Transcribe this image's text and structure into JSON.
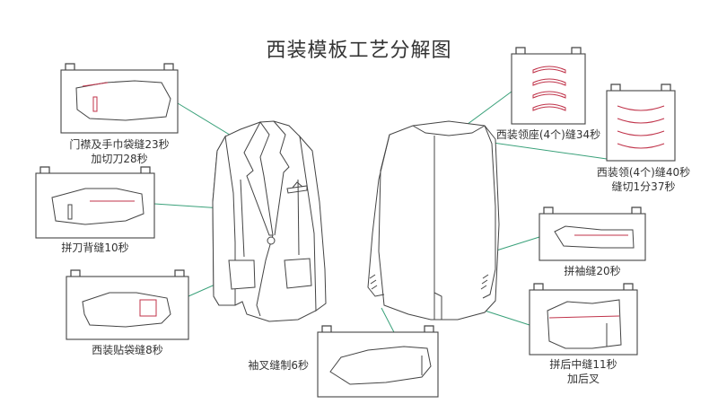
{
  "title": "西装模板工艺分解图",
  "colors": {
    "outline": "#444444",
    "leader": "#3aa17a",
    "seam": "#c0334a",
    "board_fill": "#ffffff"
  },
  "captions": {
    "placket_line1": "门襟及手巾袋缝23秒",
    "placket_line2": "加切刀28秒",
    "back_seam": "拼刀背缝10秒",
    "patch_pocket": "西装贴袋缝8秒",
    "cuff_vent": "袖叉缝制6秒",
    "collar_seat": "西装领座(4个)缝34秒",
    "collar_line1": "西装领(4个)缝40秒",
    "collar_line2": "缝切1分37秒",
    "sleeve_seam": "拼袖缝20秒",
    "center_back_line1": "拼后中缝11秒",
    "center_back_line2": "加后叉"
  }
}
